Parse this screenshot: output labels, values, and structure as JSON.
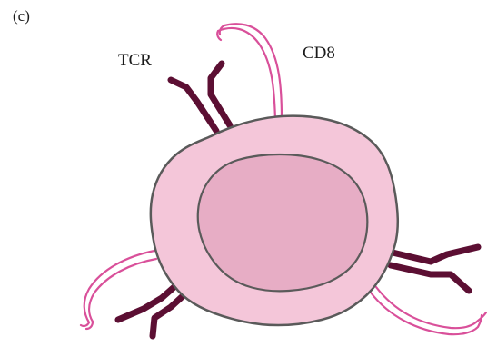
{
  "figure": {
    "panel_label": "(c)",
    "labels": {
      "tcr": "TCR",
      "cd8": "CD8"
    },
    "colors": {
      "background": "#ffffff",
      "cell_membrane_fill": "#f4c6d9",
      "cell_outline": "#5a5a5a",
      "nucleus_fill": "#e7adc5",
      "tcr_receptor": "#5c0f33",
      "cd8_coreceptor": "#d9509a"
    },
    "icons": [
      "t-cell-icon",
      "nucleus-icon",
      "tcr-receptor-icon",
      "cd8-coreceptor-icon"
    ]
  }
}
